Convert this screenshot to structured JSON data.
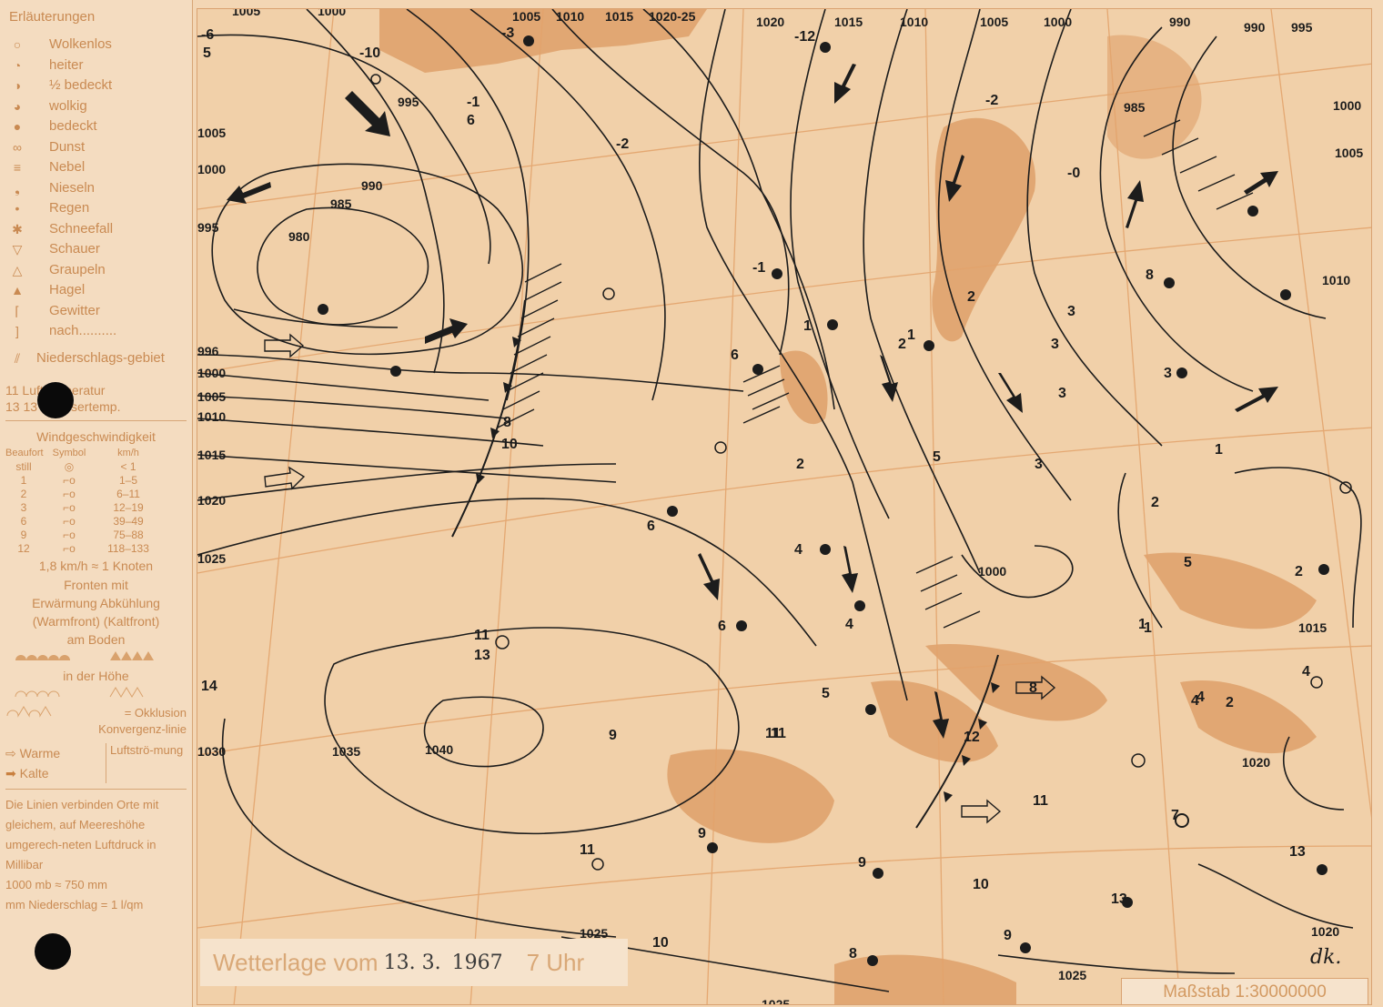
{
  "legend": {
    "title": "Erläuterungen",
    "symbols": [
      {
        "sym": "○",
        "label": "Wolkenlos"
      },
      {
        "sym": "◔",
        "label": "heiter"
      },
      {
        "sym": "◑",
        "label": "½ bedeckt"
      },
      {
        "sym": "◕",
        "label": "wolkig"
      },
      {
        "sym": "●",
        "label": "bedeckt"
      },
      {
        "sym": "∞",
        "label": "Dunst"
      },
      {
        "sym": "≡",
        "label": "Nebel"
      },
      {
        "sym": "❟",
        "label": "Nieseln"
      },
      {
        "sym": "•",
        "label": "Regen"
      },
      {
        "sym": "✱",
        "label": "Schneefall"
      },
      {
        "sym": "▽",
        "label": "Schauer"
      },
      {
        "sym": "△",
        "label": "Graupeln"
      },
      {
        "sym": "▲",
        "label": "Hagel"
      },
      {
        "sym": "⌈",
        "label": "Gewitter"
      },
      {
        "sym": "]",
        "label": "nach.........."
      },
      {
        "sym": "⫽",
        "label": "Niederschlags-gebiet"
      }
    ],
    "temp_air": "11    Lufttemperatur",
    "temp_water": "13    13° Wassertemp.",
    "wind_title": "Windgeschwindigkeit",
    "wind_headers": [
      "Beaufort",
      "Symbol",
      "km/h"
    ],
    "wind_rows": [
      [
        "still",
        "◎",
        "< 1"
      ],
      [
        "1",
        "⌐o",
        "1–5"
      ],
      [
        "2",
        "⌐o",
        "6–11"
      ],
      [
        "3",
        "⌐o",
        "12–19"
      ],
      [
        "6",
        "⌐o",
        "39–49"
      ],
      [
        "9",
        "⌐o",
        "75–88"
      ],
      [
        "12",
        "⌐o",
        "118–133"
      ]
    ],
    "knot_note": "1,8 km/h  ≈  1 Knoten",
    "fronts_title": "Fronten mit",
    "fronts_cols": "Erwärmung  Abkühlung",
    "fronts_types": "(Warmfront) (Kaltfront)",
    "ground": "am Boden",
    "height": "in der Höhe",
    "occlusion": "= Okklusion",
    "convergence": "Konvergenz-linie",
    "flow_warm": "Warme",
    "flow_cold": "Kalte",
    "flow_label": "Luftströ-mung",
    "isobar_note": "Die Linien verbinden Orte mit gleichem, auf Meereshöhe umgerech-neten Luftdruck in Millibar",
    "mb_note": "1000 mb  ≈  750 mm",
    "precip_note": "mm Niederschlag = 1 l/qm"
  },
  "footer": {
    "prefix": "Wetterlage vom",
    "date": "13. 3.",
    "year": "1967",
    "time": "7 Uhr"
  },
  "scale": "Maßstab 1:30000000",
  "signature": "dk.",
  "isobar_labels": [
    {
      "t": "1005"
    },
    {
      "t": "1000"
    },
    {
      "t": "1005"
    },
    {
      "t": "1010"
    },
    {
      "t": "1015"
    },
    {
      "t": "1020-25"
    },
    {
      "t": "1020"
    },
    {
      "t": "1015"
    },
    {
      "t": "1010"
    },
    {
      "t": "1005"
    },
    {
      "t": "1000"
    },
    {
      "t": "990"
    },
    {
      "t": "990"
    },
    {
      "t": "995"
    },
    {
      "t": "995"
    },
    {
      "t": "1005"
    },
    {
      "t": "1000"
    },
    {
      "t": "990"
    },
    {
      "t": "985"
    },
    {
      "t": "995"
    },
    {
      "t": "980"
    },
    {
      "t": "996"
    },
    {
      "t": "1000"
    },
    {
      "t": "1005"
    },
    {
      "t": "1010"
    },
    {
      "t": "1015"
    },
    {
      "t": "1020"
    },
    {
      "t": "1025"
    },
    {
      "t": "1030"
    },
    {
      "t": "1035"
    },
    {
      "t": "1040"
    },
    {
      "t": "1000"
    },
    {
      "t": "985"
    },
    {
      "t": "1000"
    },
    {
      "t": "1005"
    },
    {
      "t": "1010"
    },
    {
      "t": "1015"
    },
    {
      "t": "1020"
    },
    {
      "t": "1025"
    },
    {
      "t": "1025"
    },
    {
      "t": "1025"
    },
    {
      "t": "1020"
    }
  ],
  "station_values": [
    {
      "t": "-6"
    },
    {
      "t": "5"
    },
    {
      "t": "-10"
    },
    {
      "t": "-3"
    },
    {
      "t": "-1"
    },
    {
      "t": "6"
    },
    {
      "t": "-2"
    },
    {
      "t": "-12"
    },
    {
      "t": "-2"
    },
    {
      "t": "-1"
    },
    {
      "t": "1"
    },
    {
      "t": "6"
    },
    {
      "t": "-0"
    },
    {
      "t": "8"
    },
    {
      "t": "3"
    },
    {
      "t": "2"
    },
    {
      "t": "1"
    },
    {
      "t": "2"
    },
    {
      "t": "5"
    },
    {
      "t": "3"
    },
    {
      "t": "1"
    },
    {
      "t": "3"
    },
    {
      "t": "3"
    },
    {
      "t": "8"
    },
    {
      "t": "10"
    },
    {
      "t": "2"
    },
    {
      "t": "6"
    },
    {
      "t": "4"
    },
    {
      "t": "3"
    },
    {
      "t": "2"
    },
    {
      "t": "2"
    },
    {
      "t": "1"
    },
    {
      "t": "4"
    },
    {
      "t": "5"
    },
    {
      "t": "6"
    },
    {
      "t": "4"
    },
    {
      "t": "11"
    },
    {
      "t": "13"
    },
    {
      "t": "2"
    },
    {
      "t": "1"
    },
    {
      "t": "14"
    },
    {
      "t": "9"
    },
    {
      "t": "11"
    },
    {
      "t": "5"
    },
    {
      "t": "12"
    },
    {
      "t": "8"
    },
    {
      "t": "4"
    },
    {
      "t": "4"
    },
    {
      "t": "11"
    },
    {
      "t": "11"
    },
    {
      "t": "7"
    },
    {
      "t": "9"
    },
    {
      "t": "11"
    },
    {
      "t": "9"
    },
    {
      "t": "10"
    },
    {
      "t": "13"
    },
    {
      "t": "13"
    },
    {
      "t": "10"
    },
    {
      "t": "9"
    },
    {
      "t": "8"
    }
  ]
}
